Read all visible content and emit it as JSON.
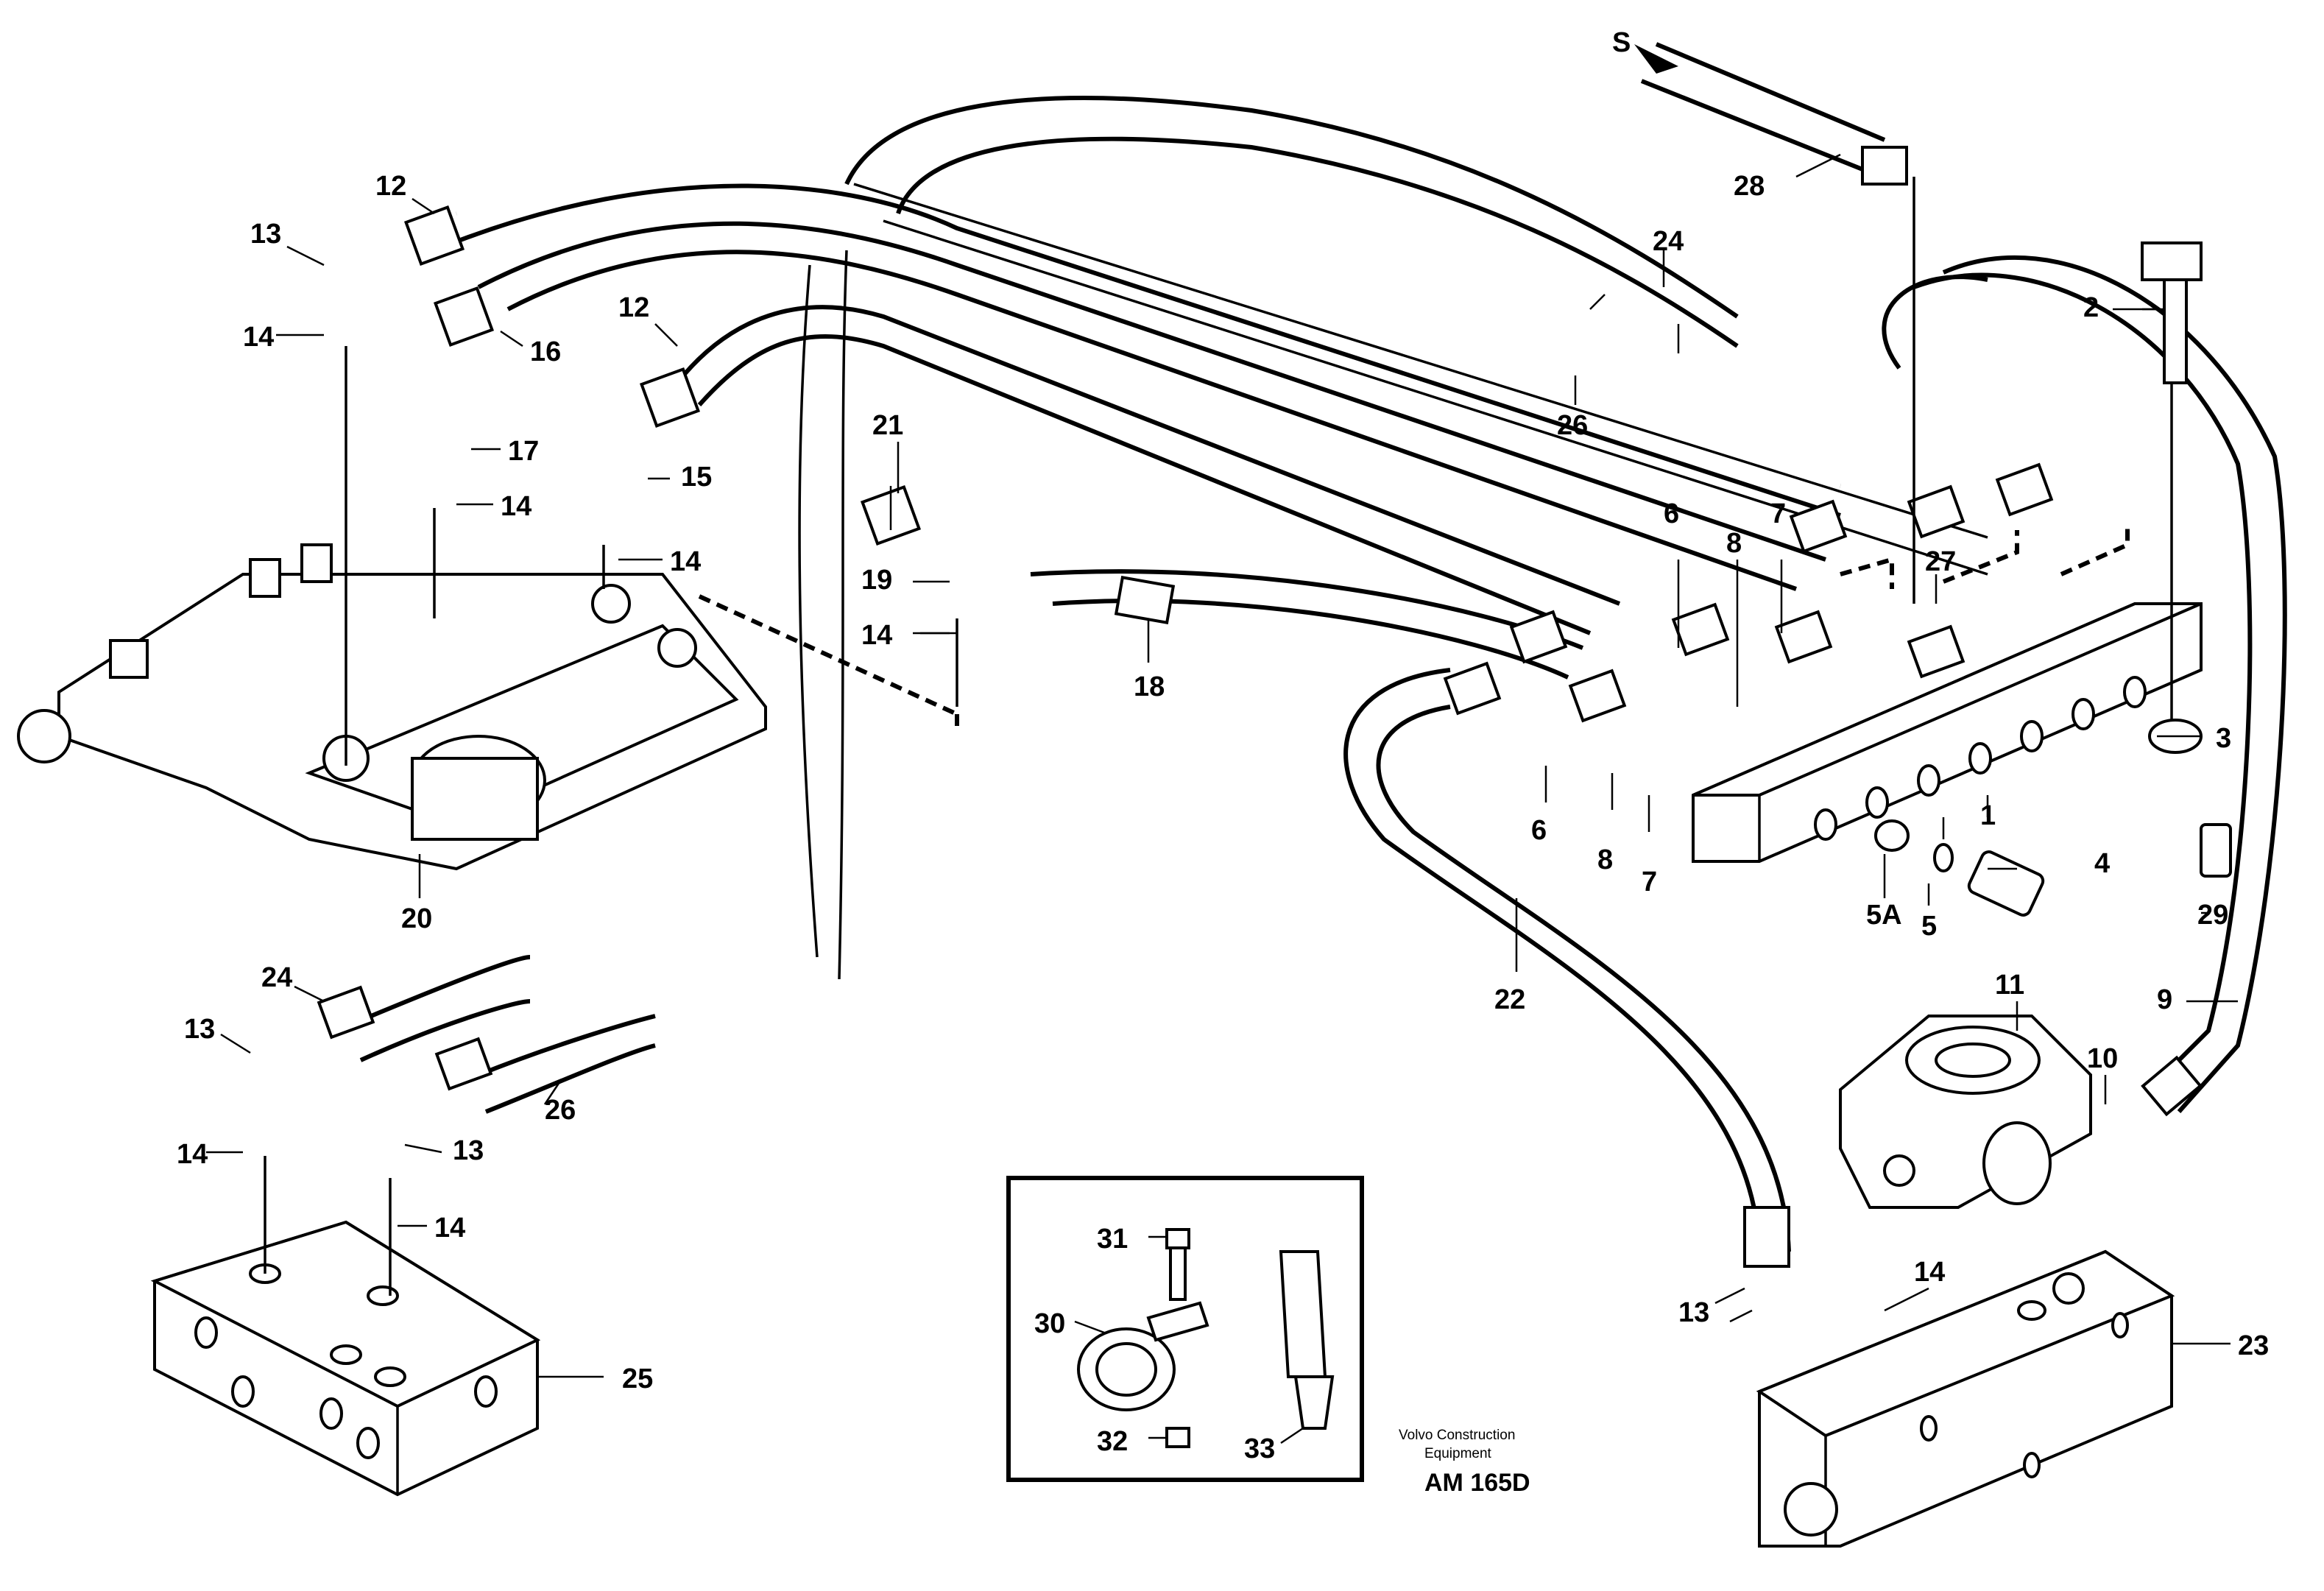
{
  "labels": {
    "p1": "1",
    "p2": "2",
    "p3": "3",
    "p4": "4",
    "p5": "5",
    "p5a": "5A",
    "p6a": "6",
    "p6b": "6",
    "p7a": "7",
    "p7b": "7",
    "p8a": "8",
    "p8b": "8",
    "p9": "9",
    "p10": "10",
    "p11": "11",
    "p12a": "12",
    "p12b": "12",
    "p13a": "13",
    "p13b": "13",
    "p13c": "13",
    "p13d": "13",
    "p14a": "14",
    "p14b": "14",
    "p14c": "14",
    "p14d": "14",
    "p14e": "14",
    "p14f": "14",
    "p14g": "14",
    "p15": "15",
    "p16": "16",
    "p17": "17",
    "p18": "18",
    "p19": "19",
    "p20": "20",
    "p21": "21",
    "p22": "22",
    "p23": "23",
    "p24a": "24",
    "p24b": "24",
    "p25": "25",
    "p26a": "26",
    "p26b": "26",
    "p27": "27",
    "p28": "28",
    "p29": "29",
    "p30": "30",
    "p31": "31",
    "p32": "32",
    "p33": "33",
    "s": "S"
  },
  "footer": {
    "company_line1": "Volvo Construction",
    "company_line2": "Equipment",
    "drawing_code": "AM 165D"
  }
}
